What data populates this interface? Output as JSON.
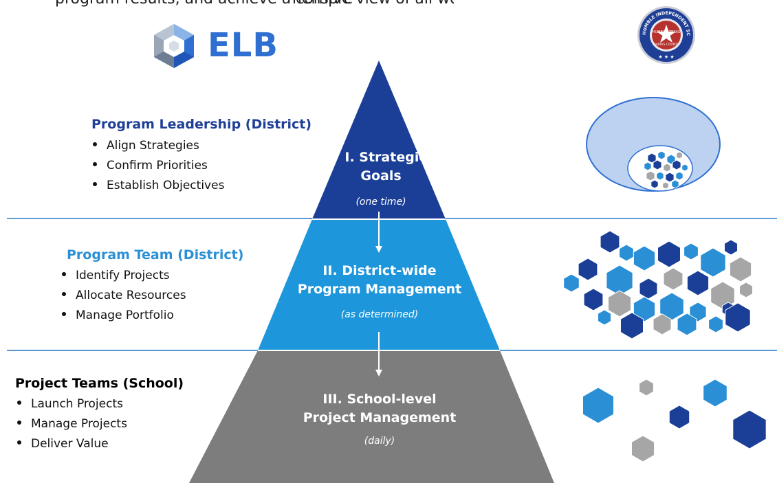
{
  "top_strip": {
    "segment_left": "program results, and achieve a compre",
    "segment_right": "hensive view of all work in pro"
  },
  "logo": {
    "text": "ELB"
  },
  "seal": {
    "arc_text": "HUMBLE INDEPENDENT SCHOOL DISTRICT",
    "center_text_1": "HUMBLE, TEXAS",
    "center_text_2": "HARRIS COUNTY"
  },
  "levels": [
    {
      "heading": "Program Leadership (District)",
      "heading_color": "#1f3f96",
      "bullets": [
        "Align Strategies",
        "Confirm Priorities",
        "Establish Objectives"
      ],
      "pyramid_title_1": "I. Strategic",
      "pyramid_title_2": "Goals",
      "pyramid_sub": "(one time)",
      "fill": "#1b3f97"
    },
    {
      "heading": "Program Team (District)",
      "heading_color": "#2a8fd4",
      "bullets": [
        "Identify Projects",
        "Allocate Resources",
        "Manage Portfolio"
      ],
      "pyramid_title_1": "II. District-wide",
      "pyramid_title_2": "Program Management",
      "pyramid_sub": "(as determined)",
      "fill": "#1e96db"
    },
    {
      "heading": "Project Teams (School)",
      "heading_color": "#000000",
      "bullets": [
        "Launch Projects",
        "Manage Projects",
        "Deliver Value"
      ],
      "pyramid_title_1": "III. School-level",
      "pyramid_title_2": "Project Management",
      "pyramid_sub": "(daily)",
      "fill": "#7d7d7d"
    }
  ],
  "colors": {
    "divider": "#5b9bd5",
    "hex_dark": "#1b3f97",
    "hex_blue": "#2a8fd4",
    "hex_gray": "#a6a6a6",
    "ellipse_fill": "#bcd2f0"
  }
}
